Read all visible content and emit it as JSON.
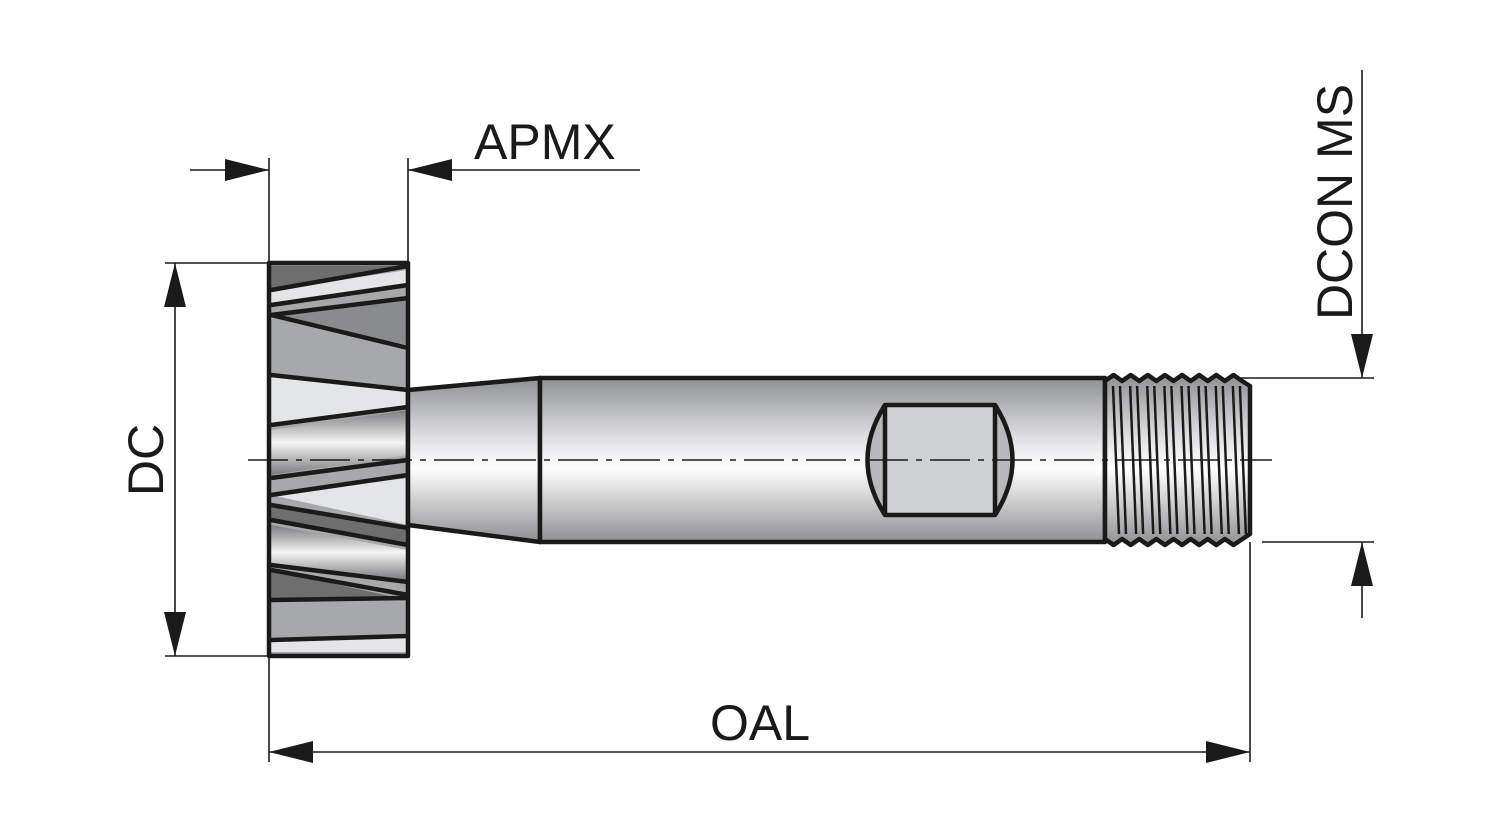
{
  "diagram": {
    "title": "T-slot cutter with threaded shank dimensions",
    "labels": {
      "apmx": "APMX",
      "dc": "DC",
      "oal": "OAL",
      "dcon_ms": "DCON MS"
    },
    "colors": {
      "outline": "#1a1a1a",
      "dark_grey": "#6e6e6e",
      "mid_grey": "#a7a8aa",
      "light_grey": "#e4e5e6"
    }
  }
}
